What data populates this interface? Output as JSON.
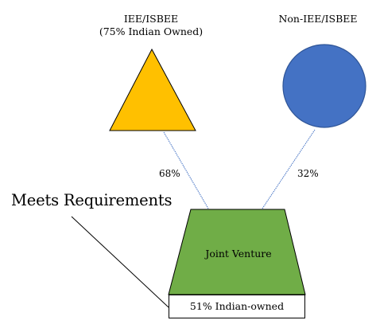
{
  "iee": {
    "title_line1": "IEE/ISBEE",
    "title_line2": "(75% Indian Owned)",
    "color": "#FFC000"
  },
  "non_iee": {
    "title": "Non-IEE/ISBEE",
    "color": "#4472C4"
  },
  "joint_venture": {
    "label": "Joint Venture",
    "color": "#70AD47"
  },
  "ownership_share": {
    "iee": "68%",
    "non_iee": "32%"
  },
  "callout": {
    "text": "Meets Requirements"
  },
  "result": {
    "text": "51% Indian-owned"
  },
  "connector_color": "#4472C4"
}
